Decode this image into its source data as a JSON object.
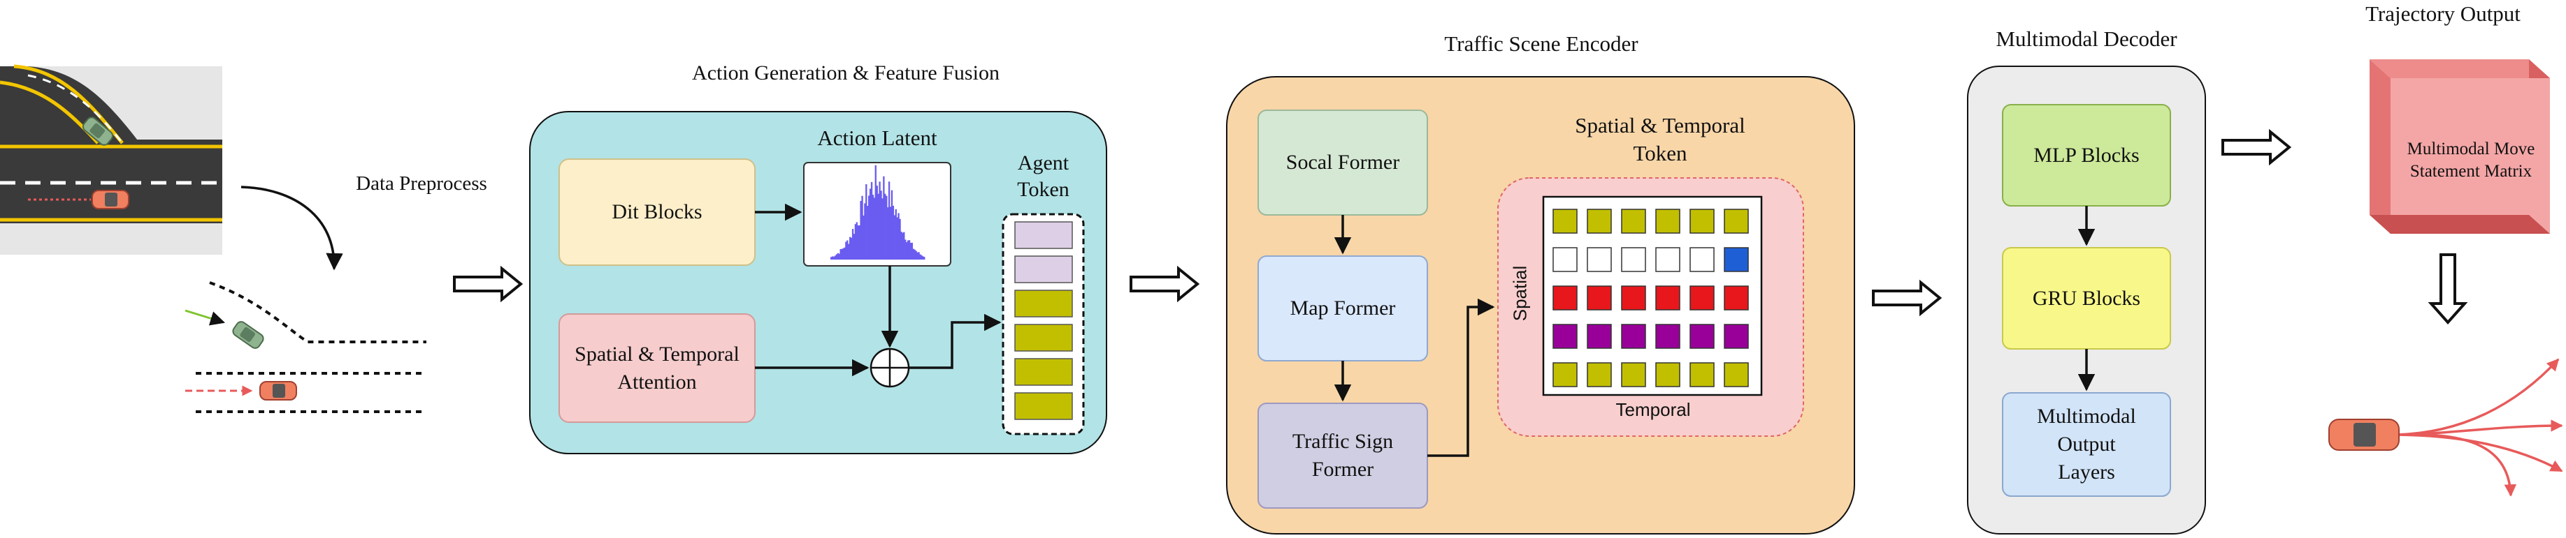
{
  "stages": {
    "data_preprocess": "Data Preprocess",
    "action_generation": "Action Generation & Feature Fusion",
    "traffic_encoder": "Traffic Scene Encoder",
    "multimodal_decoder": "Multimodal Decoder",
    "trajectory_output": "Trajectory Output"
  },
  "action_block": {
    "dit": "Dit Blocks",
    "latent": "Action Latent",
    "attention": "Spatial & Temporal Attention",
    "agent_token": "Agent Token"
  },
  "encoder": {
    "socal": "Socal Former",
    "map": "Map Former",
    "sign": "Traffic Sign Former",
    "token_title": "Spatial & Temporal Token",
    "spatial": "Spatial",
    "temporal": "Temporal"
  },
  "decoder": {
    "mlp": "MLP Blocks",
    "gru": "GRU Blocks",
    "output": "Multimodal Output Layers"
  },
  "output_cube": "Multimodal Move Statement Matrix",
  "colors": {
    "teal_panel": "#b2e3e6",
    "orange_panel": "#f8d6a8",
    "gray_panel": "#ececec",
    "olive": "#c2bf00",
    "red": "#e8171c",
    "purple": "#990099",
    "blue": "#1f5fd6",
    "lavender": "#ddd0e6"
  },
  "token_grid": [
    [
      "olive",
      "olive",
      "olive",
      "olive",
      "olive",
      "olive"
    ],
    [
      "white",
      "white",
      "white",
      "white",
      "white",
      "blue"
    ],
    [
      "red",
      "red",
      "red",
      "red",
      "red",
      "red"
    ],
    [
      "purple",
      "purple",
      "purple",
      "purple",
      "purple",
      "purple"
    ],
    [
      "olive",
      "olive",
      "olive",
      "olive",
      "olive",
      "olive"
    ]
  ],
  "agent_token_cells": [
    "lavender",
    "lavender",
    "olive",
    "olive",
    "olive",
    "olive"
  ]
}
